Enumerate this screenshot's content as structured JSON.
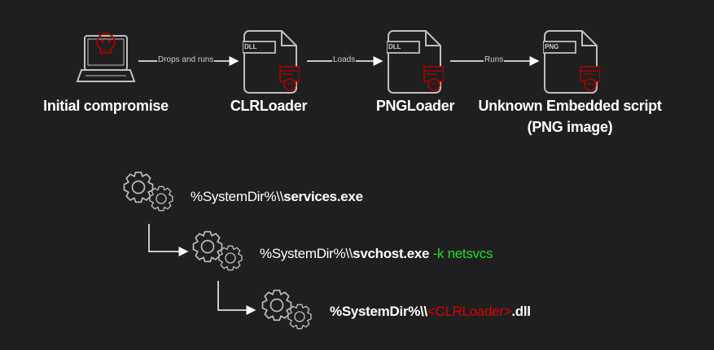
{
  "flow": {
    "nodes": [
      {
        "label": "Initial compromise",
        "icon": "laptop-skull-icon"
      },
      {
        "label": "CLRLoader",
        "icon": "dll-file-icon",
        "tag": "DLL"
      },
      {
        "label": "PNGLoader",
        "icon": "dll-file-icon",
        "tag": "DLL"
      },
      {
        "label": "Unknown Embedded script",
        "label2": "(PNG image)",
        "icon": "png-file-icon",
        "tag": "PNG"
      }
    ],
    "edges": [
      "Drops and runs",
      "Loads",
      "Runs"
    ]
  },
  "tree": [
    {
      "prefix": "%SystemDir%\\\\",
      "name": "services.exe",
      "suffix": ""
    },
    {
      "prefix": "%SystemDir%\\\\",
      "name": "svchost.exe",
      "suffix": " -k netsvcs"
    },
    {
      "prefix": "%SystemDir%\\\\",
      "name": "<CLRLoader>",
      "suffix": ".dll"
    }
  ],
  "colors": {
    "background": "#1f1f1f",
    "red": "#b00000",
    "green": "#22dd22",
    "icon": "#bfbfbf"
  }
}
